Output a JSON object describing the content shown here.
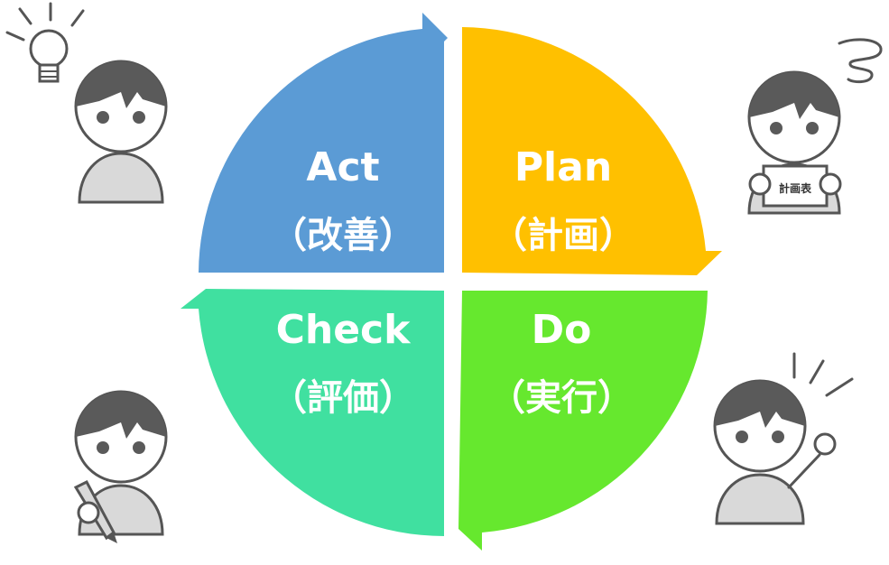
{
  "quadrants": {
    "act": {
      "title": "Act",
      "subtitle": "（改善）",
      "color": "#5b9bd5"
    },
    "plan": {
      "title": "Plan",
      "subtitle": "（計画）",
      "color": "#ffc000"
    },
    "check": {
      "title": "Check",
      "subtitle": "（評価）",
      "color": "#40e0a0"
    },
    "do": {
      "title": "Do",
      "subtitle": "（実行）",
      "color": "#66e82e"
    }
  },
  "figures": {
    "plan_sheet_label": "計画表"
  },
  "colors": {
    "figure_hair": "#5a5a5a",
    "figure_body": "#d9d9d9",
    "outline": "#555555"
  }
}
